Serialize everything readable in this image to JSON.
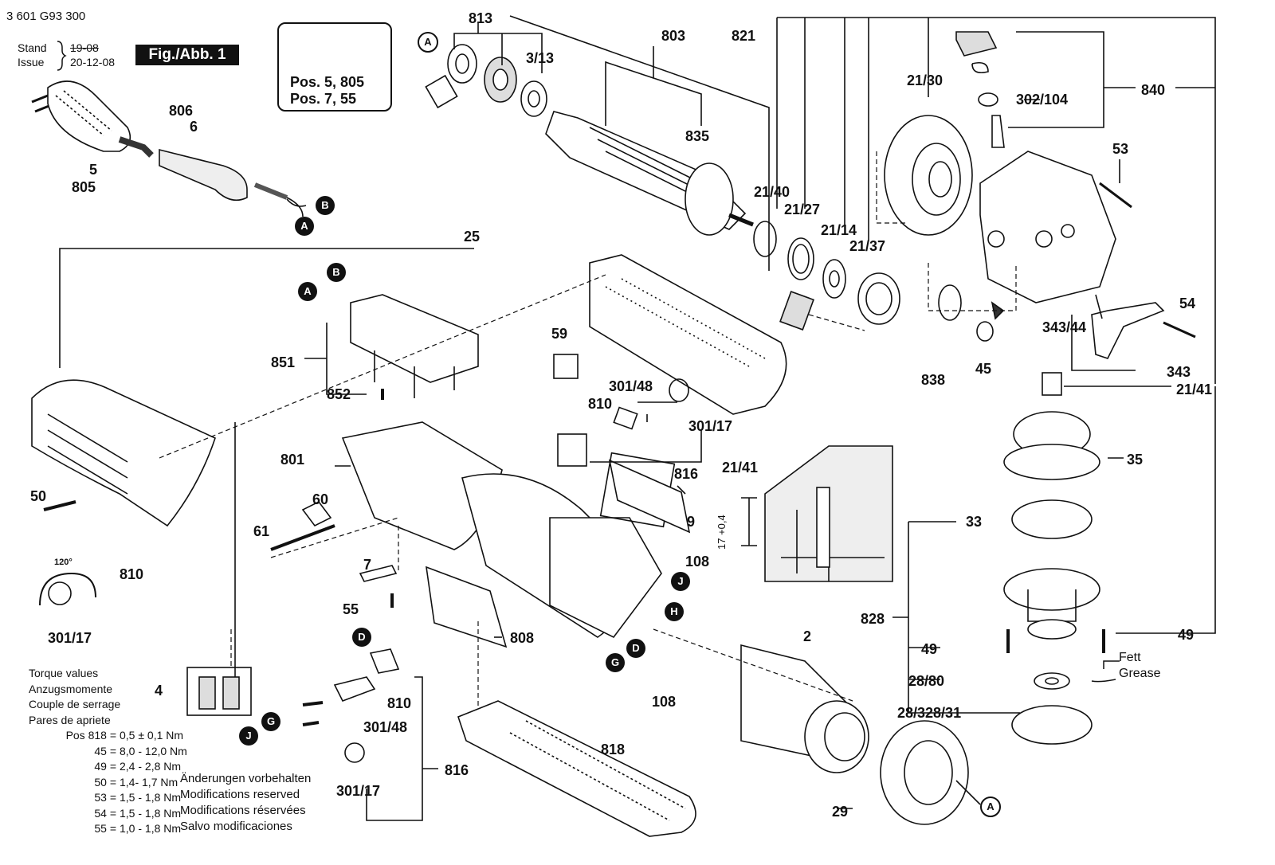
{
  "header": {
    "drawing_number": "3 601 G93 300",
    "stand_label": "Stand",
    "issue_label": "Issue",
    "stand_date": "19-08",
    "issue_date": "20-12-08",
    "figure_label": "Fig./Abb. 1"
  },
  "warning_box": {
    "line1": "Pos. 5, 805",
    "line2": "Pos. 7, 55",
    "icons": [
      "warning-triangle-icon",
      "read-manual-icon"
    ]
  },
  "part_labels": [
    {
      "id": "p805a",
      "text": "5"
    },
    {
      "id": "p805b",
      "text": "805"
    },
    {
      "id": "p806a",
      "text": "806"
    },
    {
      "id": "p806b",
      "text": "6"
    },
    {
      "id": "p813",
      "text": "813"
    },
    {
      "id": "p313",
      "text": "3/13"
    },
    {
      "id": "p803",
      "text": "803"
    },
    {
      "id": "p835",
      "text": "835"
    },
    {
      "id": "p821",
      "text": "821"
    },
    {
      "id": "p2130",
      "text": "21/30"
    },
    {
      "id": "p2140",
      "text": "21/40"
    },
    {
      "id": "p2127",
      "text": "21/27"
    },
    {
      "id": "p2114",
      "text": "21/14"
    },
    {
      "id": "p2137",
      "text": "21/37"
    },
    {
      "id": "p302104",
      "text": "302/104"
    },
    {
      "id": "p840",
      "text": "840"
    },
    {
      "id": "p53",
      "text": "53"
    },
    {
      "id": "p54",
      "text": "54"
    },
    {
      "id": "p34344",
      "text": "343/44"
    },
    {
      "id": "p343",
      "text": "343"
    },
    {
      "id": "p2141r",
      "text": "21/41"
    },
    {
      "id": "p838",
      "text": "838"
    },
    {
      "id": "p45",
      "text": "45"
    },
    {
      "id": "p35",
      "text": "35"
    },
    {
      "id": "p33",
      "text": "33"
    },
    {
      "id": "p828",
      "text": "828"
    },
    {
      "id": "p49l",
      "text": "49"
    },
    {
      "id": "p49r",
      "text": "49"
    },
    {
      "id": "p2880",
      "text": "28/80"
    },
    {
      "id": "p2832831",
      "text": "28/328/31"
    },
    {
      "id": "p29",
      "text": "29"
    },
    {
      "id": "p25",
      "text": "25"
    },
    {
      "id": "p851",
      "text": "851"
    },
    {
      "id": "p852",
      "text": "852"
    },
    {
      "id": "p59",
      "text": "59"
    },
    {
      "id": "p30148a",
      "text": "301/48"
    },
    {
      "id": "p810a",
      "text": "810"
    },
    {
      "id": "p30117a",
      "text": "301/17"
    },
    {
      "id": "p816a",
      "text": "816"
    },
    {
      "id": "p2141m",
      "text": "21/41"
    },
    {
      "id": "p801",
      "text": "801"
    },
    {
      "id": "p9",
      "text": "9"
    },
    {
      "id": "p50",
      "text": "50"
    },
    {
      "id": "p60",
      "text": "60"
    },
    {
      "id": "p61",
      "text": "61"
    },
    {
      "id": "p810b",
      "text": "810"
    },
    {
      "id": "p30117b",
      "text": "301/17"
    },
    {
      "id": "p7",
      "text": "7"
    },
    {
      "id": "p55",
      "text": "55"
    },
    {
      "id": "p808",
      "text": "808"
    },
    {
      "id": "p108a",
      "text": "108"
    },
    {
      "id": "p108b",
      "text": "108"
    },
    {
      "id": "p2",
      "text": "2"
    },
    {
      "id": "p4",
      "text": "4"
    },
    {
      "id": "p810c",
      "text": "810"
    },
    {
      "id": "p30148b",
      "text": "301/48"
    },
    {
      "id": "p30117c",
      "text": "301/17"
    },
    {
      "id": "p816b",
      "text": "816"
    },
    {
      "id": "p818",
      "text": "818"
    }
  ],
  "connector_markers": [
    {
      "id": "mA1",
      "text": "A",
      "style": "open"
    },
    {
      "id": "mB1",
      "text": "B",
      "style": "filled"
    },
    {
      "id": "mA2",
      "text": "A",
      "style": "filled"
    },
    {
      "id": "mB2",
      "text": "B",
      "style": "filled"
    },
    {
      "id": "mA3",
      "text": "A",
      "style": "filled"
    },
    {
      "id": "mJ1",
      "text": "J",
      "style": "filled"
    },
    {
      "id": "mH1",
      "text": "H",
      "style": "filled"
    },
    {
      "id": "mD1",
      "text": "D",
      "style": "filled"
    },
    {
      "id": "mG1",
      "text": "G",
      "style": "filled"
    },
    {
      "id": "mD2",
      "text": "D",
      "style": "filled"
    },
    {
      "id": "mG2",
      "text": "G",
      "style": "filled"
    },
    {
      "id": "mJ2",
      "text": "J",
      "style": "filled"
    },
    {
      "id": "mA4",
      "text": "A",
      "style": "open"
    }
  ],
  "annotations": {
    "angle": "120°",
    "dimension": "17 +0,4",
    "grease_de": "Fett",
    "grease_en": "Grease"
  },
  "torque_values": {
    "headers": [
      "Torque values",
      "Anzugsmomente",
      "Couple de serrage",
      "Pares de apriete"
    ],
    "rows": [
      {
        "pos": "Pos 818 =",
        "value": "0,5 ± 0,1 Nm"
      },
      {
        "pos": "45 =",
        "value": "8,0 - 12,0 Nm"
      },
      {
        "pos": "49 =",
        "value": "2,4 - 2,8 Nm"
      },
      {
        "pos": "50 =",
        "value": "1,4- 1,7 Nm"
      },
      {
        "pos": "53 =",
        "value": "1,5 - 1,8 Nm"
      },
      {
        "pos": "54 =",
        "value": "1,5 - 1,8 Nm"
      },
      {
        "pos": "55 =",
        "value": "1,0 - 1,8 Nm"
      }
    ]
  },
  "notes": [
    "Änderungen vorbehalten",
    "Modifications reserved",
    "Modifications réservées",
    "Salvo modificaciones"
  ]
}
